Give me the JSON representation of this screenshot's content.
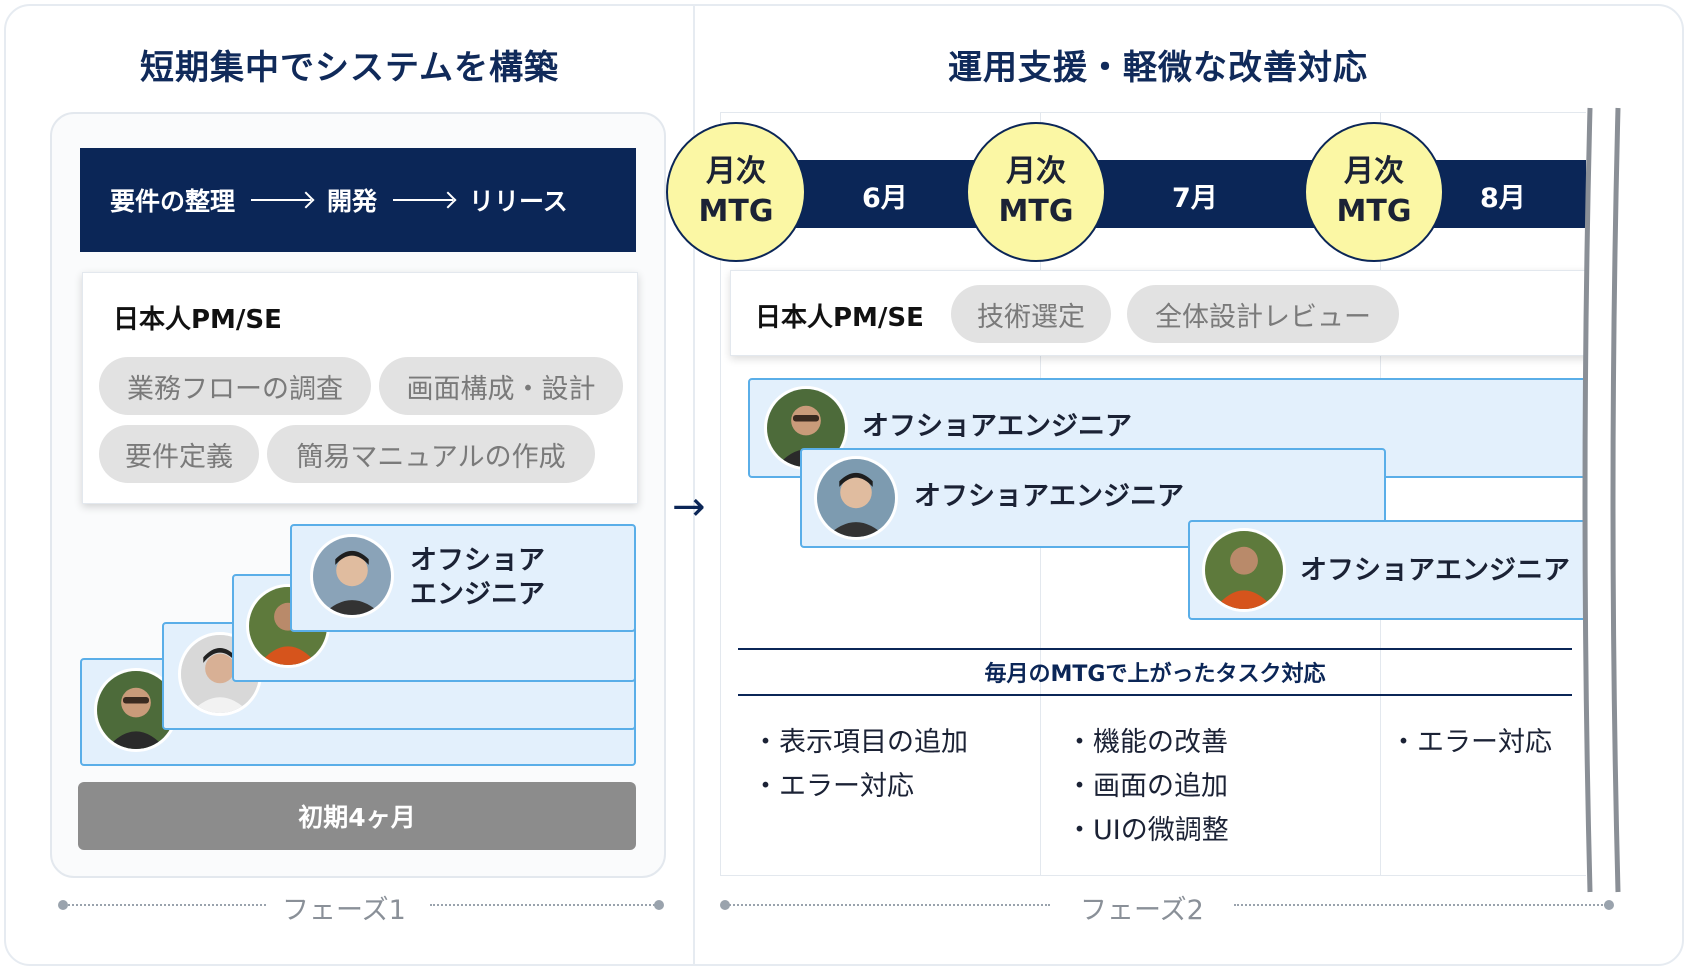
{
  "phase1": {
    "title": "短期集中でシステムを構築",
    "flow": [
      "要件の整理",
      "開発",
      "リリース"
    ],
    "pm_label": "日本人PM/SE",
    "tasks": [
      "業務フローの調査",
      "画面構成・設計",
      "要件定義",
      "簡易マニュアルの作成"
    ],
    "engineer_line1": "オフショア",
    "engineer_line2": "エンジニア",
    "duration": "初期4ヶ月",
    "phase_label": "フェーズ1"
  },
  "phase2": {
    "title": "運用支援・軽微な改善対応",
    "mtg_line1": "月次",
    "mtg_line2": "MTG",
    "months": [
      "6月",
      "7月",
      "8月"
    ],
    "pm_label": "日本人PM/SE",
    "pm_tasks": [
      "技術選定",
      "全体設計レビュー"
    ],
    "engineer": "オフショアエンジニア",
    "task_header": "毎月のMTGで上がったタスク対応",
    "tasks_col1": [
      "・表示項目の追加",
      "・エラー対応"
    ],
    "tasks_col2": [
      "・機能の改善",
      "・画面の追加",
      "・UIの微調整"
    ],
    "tasks_col3": [
      "・エラー対応"
    ],
    "phase_label": "フェーズ2"
  },
  "colors": {
    "navy": "#0b2657",
    "card_bg": "#e3f0fc",
    "card_border": "#5aaee8",
    "mtg_fill": "#fbf7a4",
    "chip_bg": "#e2e2e2",
    "duration_bar": "#8c8c8c"
  }
}
